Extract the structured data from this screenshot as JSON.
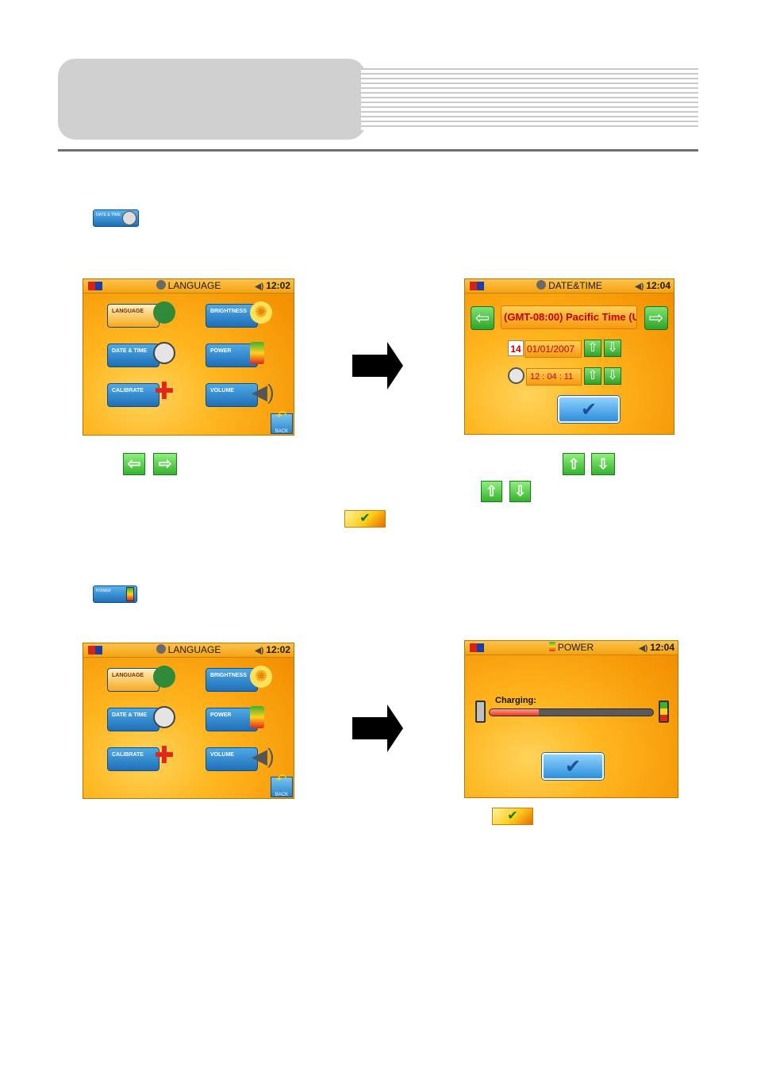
{
  "screens": {
    "settings_top": {
      "title": "LANGUAGE",
      "time": "12:02",
      "menu": {
        "language": "LANGUAGE",
        "brightness": "BRIGHTNESS",
        "date_time": "DATE & TIME",
        "power": "POWER",
        "calibrate": "CALIBRATE",
        "volume": "VOLUME"
      },
      "back": "BACK"
    },
    "datetime": {
      "title": "DATE&TIME",
      "time": "12:04",
      "timezone": "(GMT-08:00) Pacific Time (U",
      "calendar_day": "14",
      "date": "01/01/2007",
      "clock": "12 : 04 : 11"
    },
    "settings_bottom": {
      "title": "LANGUAGE",
      "time": "12:02",
      "menu": {
        "language": "LANGUAGE",
        "brightness": "BRIGHTNESS",
        "date_time": "DATE & TIME",
        "power": "POWER",
        "calibrate": "CALIBRATE",
        "volume": "VOLUME"
      },
      "back": "BACK"
    },
    "power": {
      "title": "POWER",
      "time": "12:04",
      "charging_label": "Charging:",
      "charge_level": 0.3
    }
  },
  "thumbs": {
    "date_time": "DATE & TIME",
    "power": "POWER"
  },
  "colors": {
    "screen_bg": "#f8a10a",
    "button_blue": "#1f6fb8",
    "arrow_green": "#2ea32a"
  }
}
